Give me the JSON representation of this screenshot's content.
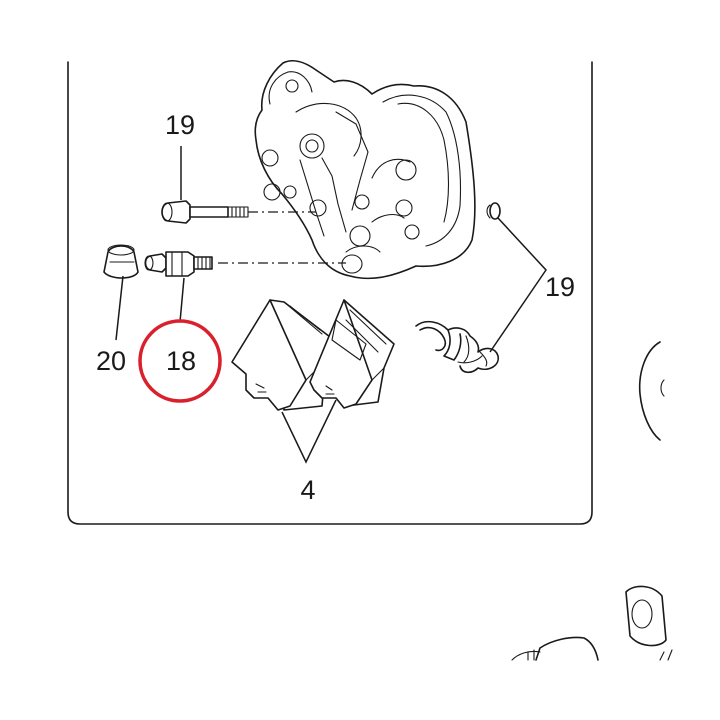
{
  "callouts": {
    "bolt_top": "19",
    "clip_right": "19",
    "bleed_nipple": "20",
    "pin_highlighted": "18",
    "brake_pads": "4"
  },
  "highlight": {
    "target": "18",
    "color": "#d9202c"
  },
  "colors": {
    "line": "#1a1a1a",
    "frame": "#333333",
    "background": "#ffffff"
  }
}
